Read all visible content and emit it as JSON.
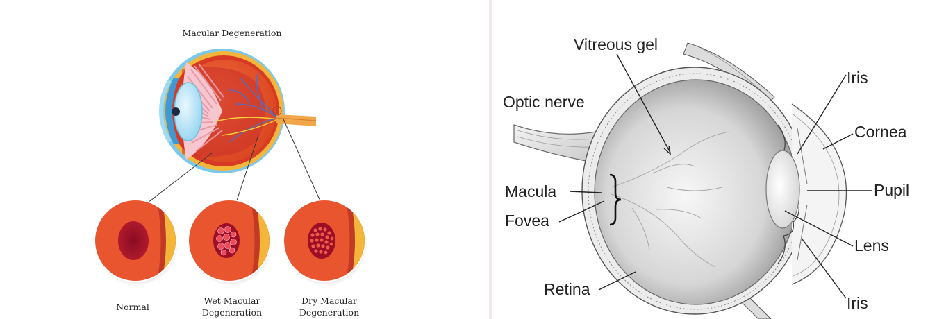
{
  "left": {
    "title": "Macular Degeneration",
    "captions": {
      "normal": "Normal",
      "wet_line1": "Wet Macular",
      "wet_line2": "Degeneration",
      "dry_line1": "Dry Macular",
      "dry_line2": "Degeneration"
    }
  },
  "right": {
    "labels": {
      "vitreous_gel": "Vitreous gel",
      "optic_nerve": "Optic nerve",
      "macula": "Macula",
      "fovea": "Fovea",
      "retina": "Retina",
      "iris_top": "Iris",
      "cornea": "Cornea",
      "pupil": "Pupil",
      "lens": "Lens",
      "iris_bottom": "Iris"
    }
  },
  "colors": {
    "retina_orange": "#e8552f",
    "sclera_yellow": "#f4b63a",
    "lesion_red": "#a5102a",
    "label_text": "#222222"
  }
}
